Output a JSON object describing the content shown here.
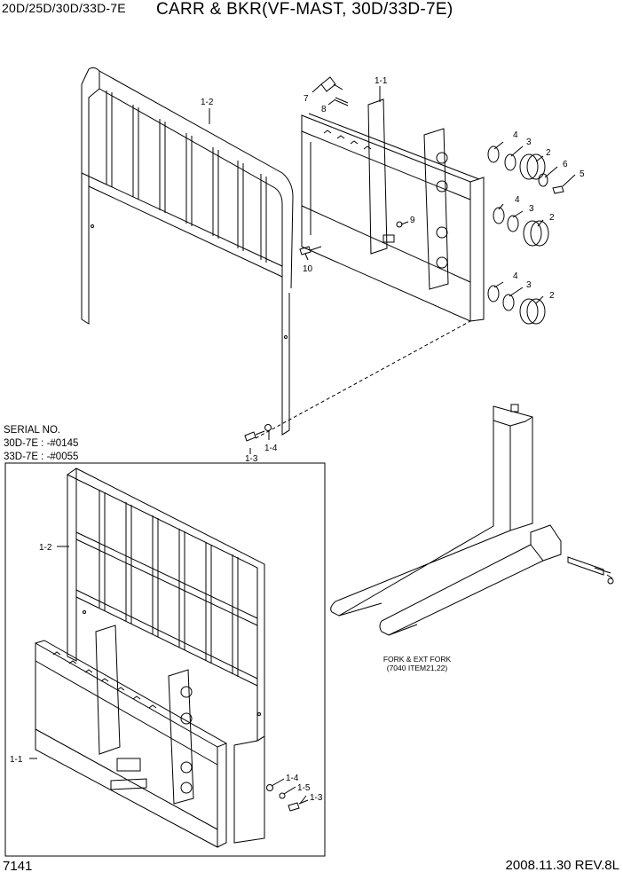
{
  "header": {
    "model": "20D/25D/30D/33D-7E",
    "title": "CARR & BKR(VF-MAST, 30D/33D-7E)"
  },
  "serial_note": {
    "heading": "SERIAL NO.",
    "lines": [
      "30D-7E : -#0145",
      "33D-7E : -#0055"
    ]
  },
  "fork_note": {
    "line1": "FORK & EXT FORK",
    "line2": "(7040 ITEM21,22)"
  },
  "callouts": {
    "c1_1_top": "1-1",
    "c1_2_top": "1-2",
    "c1_3_top": "1-3",
    "c1_4_top": "1-4",
    "c2_a": "2",
    "c2_b": "2",
    "c2_c": "2",
    "c3_a": "3",
    "c3_b": "3",
    "c3_c": "3",
    "c4_a": "4",
    "c4_b": "4",
    "c4_c": "4",
    "c5": "5",
    "c6": "6",
    "c7": "7",
    "c8": "8",
    "c9": "9",
    "c10": "10",
    "c1_2_inset": "1-2",
    "c1_1_inset": "1-1",
    "c1_4_inset": "1-4",
    "c1_5_inset": "1-5",
    "c1_3_inset": "1-3"
  },
  "footer": {
    "page": "7141",
    "revision": "2008.11.30  REV.8L"
  }
}
